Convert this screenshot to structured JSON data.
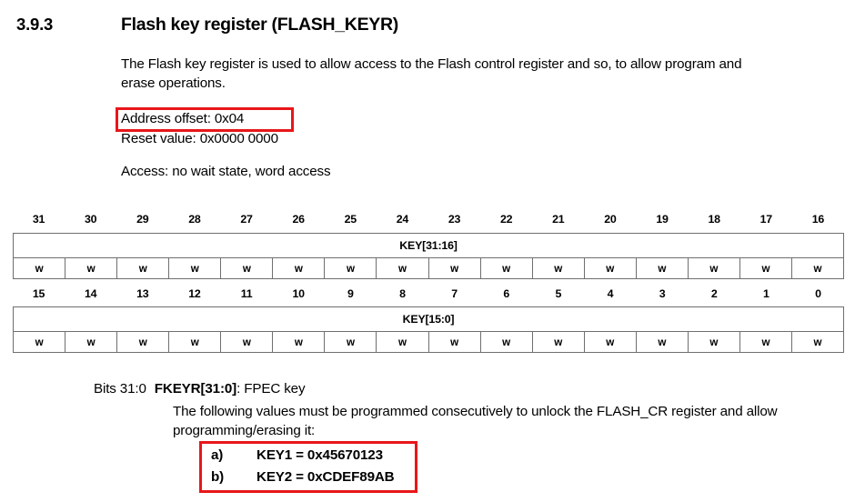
{
  "section": {
    "number": "3.9.3",
    "title": "Flash key register (FLASH_KEYR)"
  },
  "intro": "The Flash key register is used to allow access to the Flash control register and so, to allow program and erase operations.",
  "meta": {
    "address_offset": "Address offset: 0x04",
    "reset_value": "Reset value: 0x0000 0000",
    "access": "Access: no wait state, word access"
  },
  "register": {
    "high": {
      "bit_numbers": [
        "31",
        "30",
        "29",
        "28",
        "27",
        "26",
        "25",
        "24",
        "23",
        "22",
        "21",
        "20",
        "19",
        "18",
        "17",
        "16"
      ],
      "field_name": "KEY[31:16]",
      "access_cells": [
        "w",
        "w",
        "w",
        "w",
        "w",
        "w",
        "w",
        "w",
        "w",
        "w",
        "w",
        "w",
        "w",
        "w",
        "w",
        "w"
      ]
    },
    "low": {
      "bit_numbers": [
        "15",
        "14",
        "13",
        "12",
        "11",
        "10",
        "9",
        "8",
        "7",
        "6",
        "5",
        "4",
        "3",
        "2",
        "1",
        "0"
      ],
      "field_name": "KEY[15:0]",
      "access_cells": [
        "w",
        "w",
        "w",
        "w",
        "w",
        "w",
        "w",
        "w",
        "w",
        "w",
        "w",
        "w",
        "w",
        "w",
        "w",
        "w"
      ]
    }
  },
  "bits_description": {
    "bits_label": "Bits 31:0",
    "field_name": "FKEYR[31:0]",
    "field_desc": ": FPEC key",
    "body": "The following values must be programmed consecutively to unlock the FLASH_CR register and allow programming/erasing it:",
    "keys": [
      {
        "marker": "a)",
        "text": "KEY1 = 0x45670123"
      },
      {
        "marker": "b)",
        "text": "KEY2 = 0xCDEF89AB"
      }
    ]
  },
  "annotations": {
    "highlight_color": "#e8161a",
    "boxes": [
      "address-offset-highlight",
      "key-values-highlight"
    ]
  }
}
